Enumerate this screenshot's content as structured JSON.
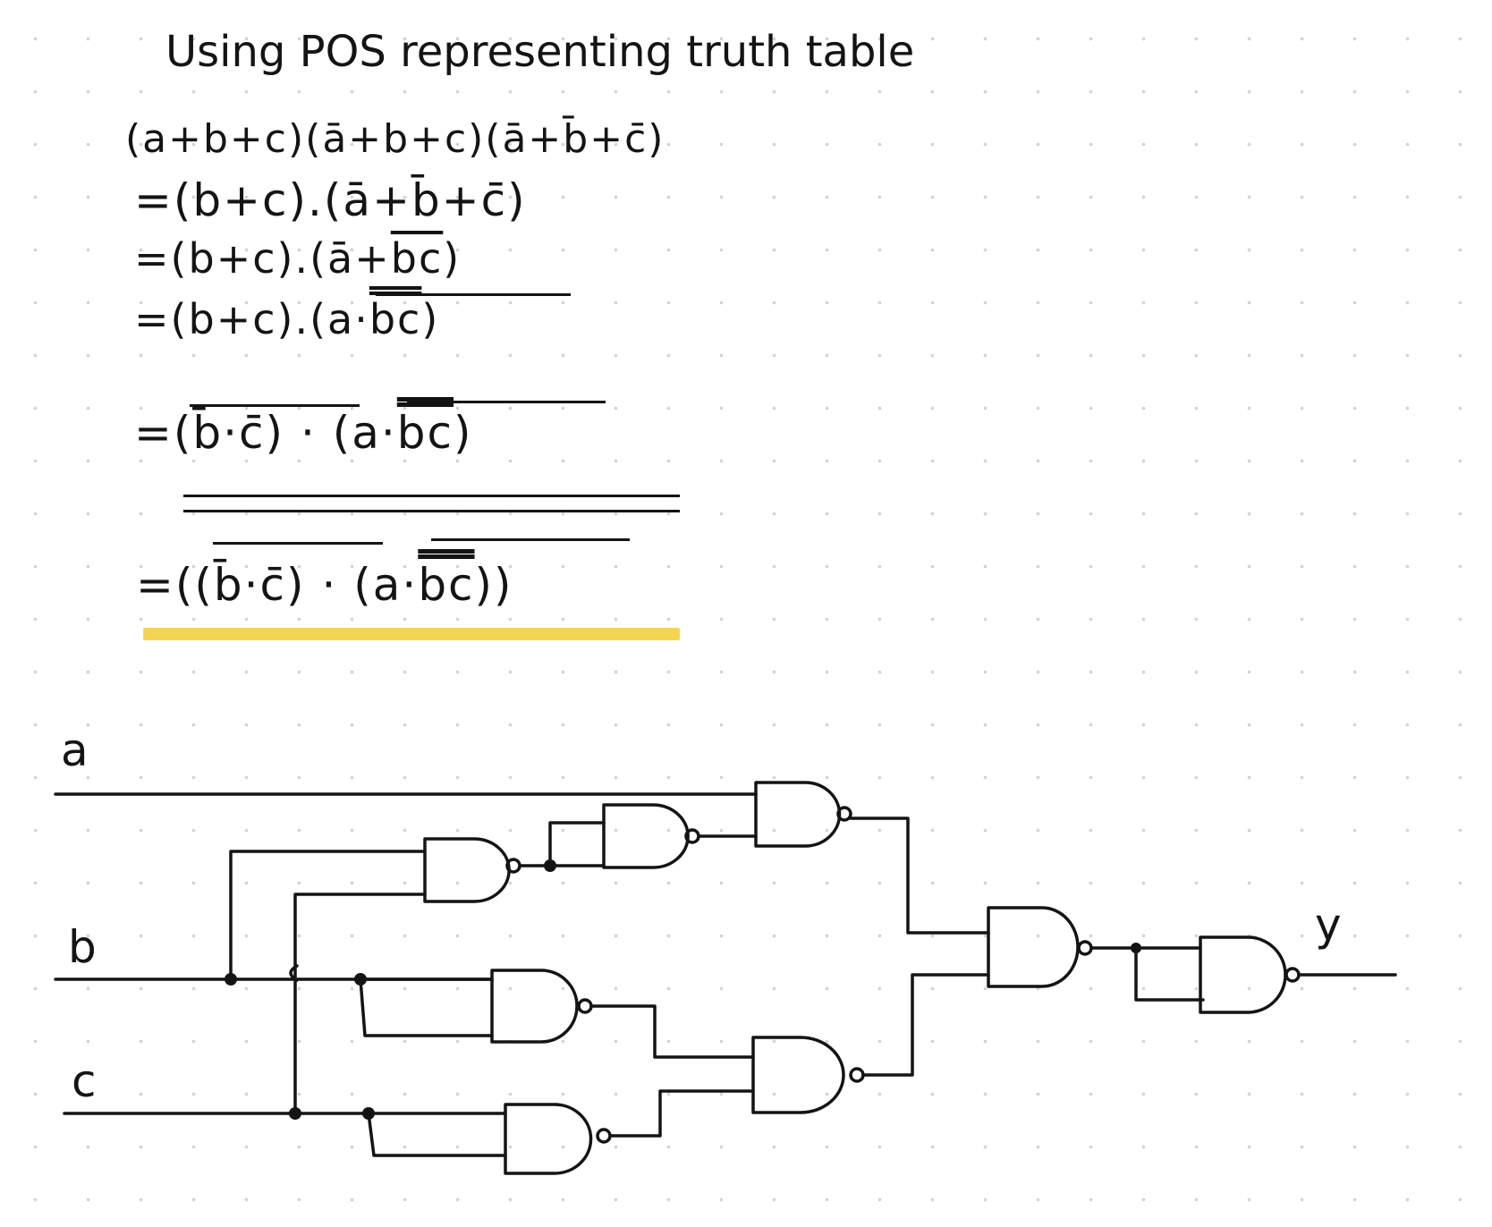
{
  "title": "Using POS representing truth table",
  "derivation": {
    "line1": "(a+b+c)(ā+b+c)(ā+b̄+c̄)",
    "line2": "=(b+c).(ā+b̄+c̄)",
    "line3_start": "=(b+c).(ā+",
    "line3_bar": "bc",
    "line3_end": ")",
    "line4_start": "=(b+c).(a·",
    "line4_bar": "bc",
    "line4_end": ")",
    "line5_left": "=(b̄·c̄)",
    "line5_dot": "·",
    "line5_right_start": "(a·",
    "line5_right_bar": "bc",
    "line5_right_end": ")",
    "line6_left": "=((b̄·c̄)",
    "line6_dot": "·",
    "line6_right_start": "(a·",
    "line6_right_bar": "bc",
    "line6_right_end": "))"
  },
  "circuit": {
    "inputs": [
      "a",
      "b",
      "c"
    ],
    "output": "y",
    "gate_type": "NAND",
    "gate_count": 8
  }
}
